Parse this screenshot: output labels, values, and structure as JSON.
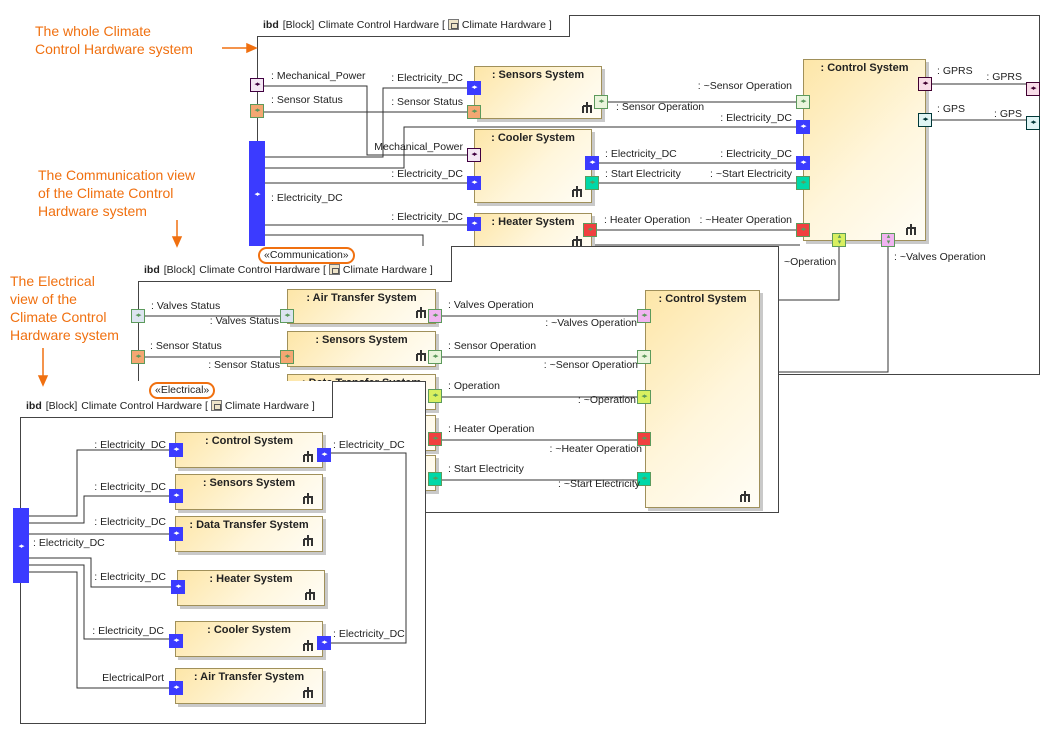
{
  "annotations": {
    "whole": "The whole Climate\nControl Hardware system",
    "communication": "The Communication view\nof the Climate Control\nHardware system",
    "electrical": "The Electrical\nview of the\nClimate Control\nHardware system"
  },
  "colors": {
    "annotation": "#f07010",
    "electricity": "#3b3bff",
    "mechanical_power": "#f3e6f3",
    "sensor_status": "#f4a772",
    "sensor_operation": "#eaf5dc",
    "start_electricity": "#00d8a8",
    "heater_operation": "#f04040",
    "operation": "#d8f060",
    "valves_operation": "#f0b4f0",
    "valves_status": "#dce4f0",
    "gprs": "#f8dce8",
    "gps": "#dff4f4"
  },
  "diagrams": {
    "whole": {
      "header": {
        "kind": "ibd",
        "type": "[Block]",
        "name": "Climate Control Hardware [",
        "context": "Climate Hardware ]"
      },
      "blocks": [
        ": Sensors System",
        ": Cooler System",
        ": Heater System",
        ": Control System"
      ],
      "labels": [
        ": Mechanical_Power",
        ": Sensor Status",
        ": Electricity_DC",
        ": Electricity_DC",
        ": Sensor Status",
        "Mechanical_Power",
        ": Electricity_DC",
        ": Electricity_DC",
        ": Sensor Operation",
        ": ~Sensor Operation",
        ": Electricity_DC",
        ": Electricity_DC",
        ": Electricity_DC",
        ": Start Electricity",
        ": ~Start Electricity",
        ": Heater Operation",
        ": ~Heater Operation",
        ": GPRS",
        ": GPRS",
        ": GPS",
        ": GPS",
        "~Operation",
        ": ~Valves Operation"
      ]
    },
    "communication": {
      "stereotype": "«Communication»",
      "header": {
        "kind": "ibd",
        "type": "[Block]",
        "name": "Climate Control Hardware [",
        "context": "Climate Hardware ]"
      },
      "blocks": [
        ": Air Transfer System",
        ": Sensors System",
        ": Data Transfer System",
        "",
        "",
        ": Control System"
      ],
      "labels": [
        ": Valves Status",
        ": Valves Status",
        ": Sensor Status",
        ": Sensor Status",
        ": Valves Operation",
        ": ~Valves Operation",
        ": Sensor Operation",
        ": ~Sensor Operation",
        ": Operation",
        ": ~Operation",
        ": Heater Operation",
        ": ~Heater Operation",
        ": Start Electricity",
        ": ~Start Electricity"
      ]
    },
    "electrical": {
      "stereotype": "«Electrical»",
      "header": {
        "kind": "ibd",
        "type": "[Block]",
        "name": "Climate Control Hardware [",
        "context": "Climate Hardware ]"
      },
      "blocks": [
        ": Control System",
        ": Sensors System",
        ": Data Transfer System",
        ": Heater System",
        ": Cooler System",
        ": Air Transfer System"
      ],
      "labels": [
        ": Electricity_DC",
        ": Electricity_DC",
        ": Electricity_DC",
        ": Electricity_DC",
        ": Electricity_DC",
        ": Electricity_DC",
        "ElectricalPort",
        ": Electricity_DC",
        ": Electricity_DC"
      ]
    }
  }
}
